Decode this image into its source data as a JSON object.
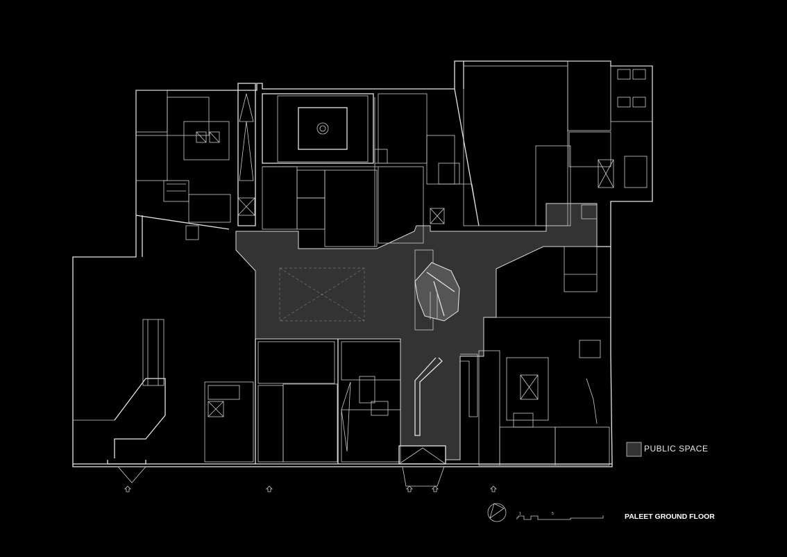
{
  "plan": {
    "title": "PALEET GROUND FLOOR",
    "legend": {
      "label": "PUBLIC SPACE",
      "swatch_color": "#333333"
    },
    "scale_bar": {
      "labels": [
        "1",
        "5"
      ]
    },
    "colors": {
      "background": "#000000",
      "lines": "#e6e6e6",
      "public_space": "#333333"
    },
    "icons": [
      "north-arrow-icon",
      "entrance-arrow-icon"
    ]
  }
}
